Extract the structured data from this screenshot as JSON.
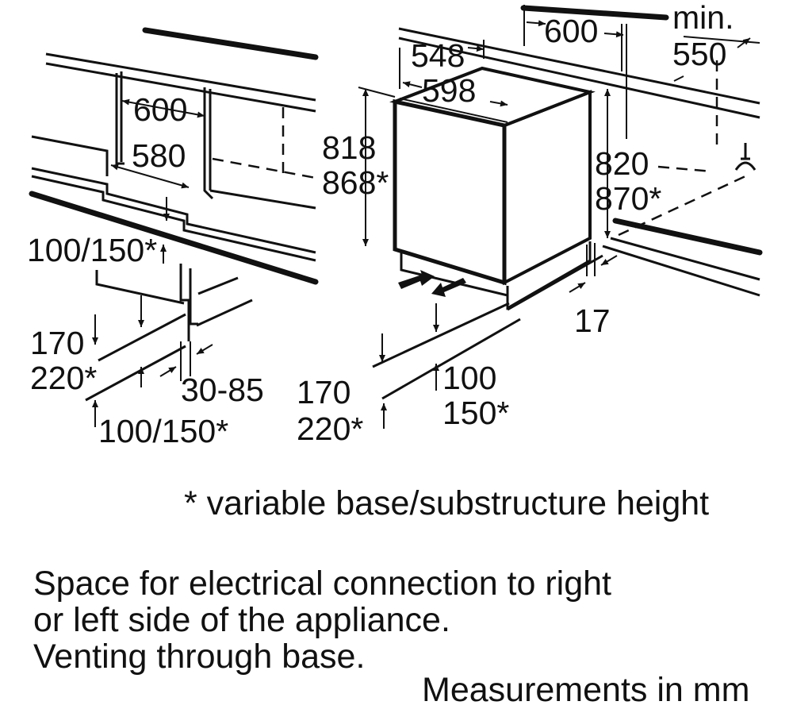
{
  "left_view": {
    "labels": {
      "niche_width": "600",
      "inner_width": "580",
      "plinth_height": "100/150*",
      "base_height_a": "170",
      "base_height_b": "220*",
      "plinth_depth": "30-85",
      "bottom_height": "100/150*"
    }
  },
  "right_view": {
    "labels": {
      "top_width": "600",
      "min_label": "min.",
      "min_value": "550",
      "depth": "548",
      "width": "598",
      "height_a": "818",
      "height_b": "868*",
      "niche_height_a": "820",
      "niche_height_b": "870*",
      "base_height_a": "170",
      "base_height_b": "220*",
      "vent_height_a": "100",
      "vent_height_b": "150*",
      "plinth_offset": "17"
    }
  },
  "notes": {
    "variable": "* variable base/substructure height",
    "electrical_1": "Space for electrical connection to right",
    "electrical_2": "or left side of the appliance.",
    "venting": "Venting through base.",
    "units": "Measurements in mm"
  }
}
